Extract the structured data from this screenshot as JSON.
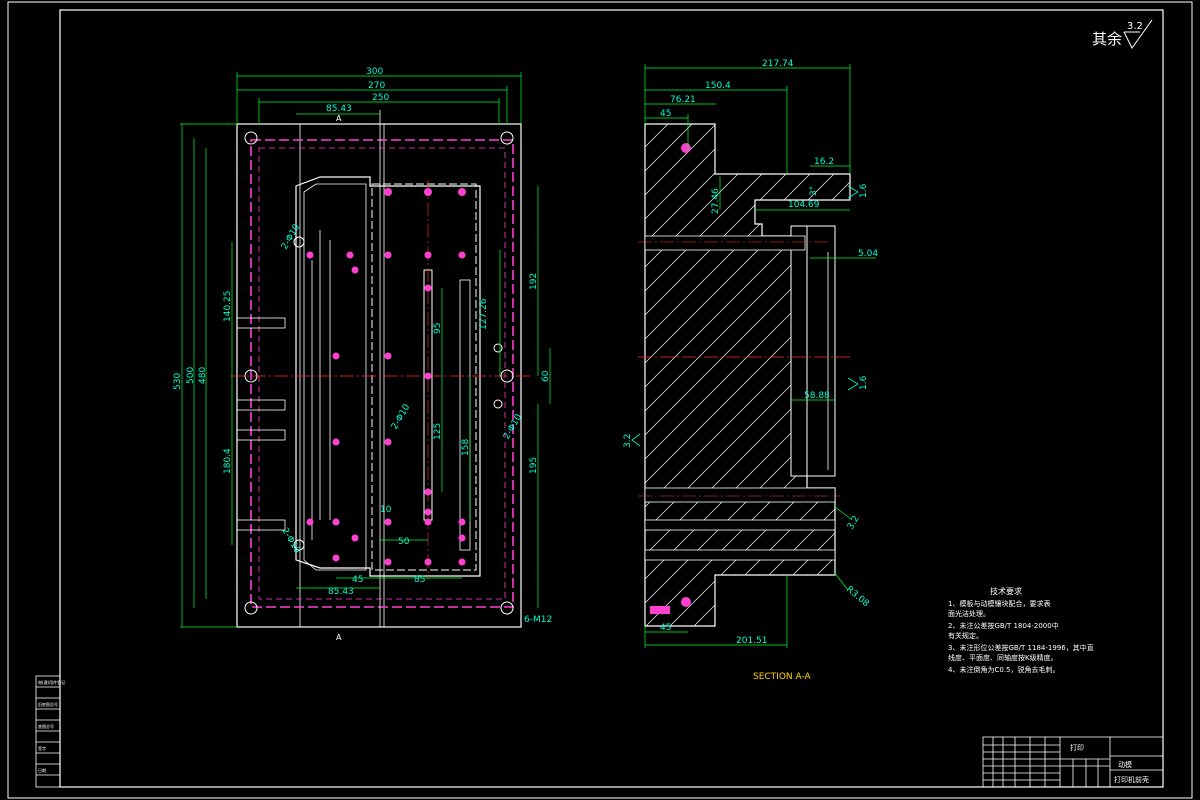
{
  "roughness": {
    "label": "其余",
    "value": "3.2"
  },
  "plan_view": {
    "dims_top": [
      "300",
      "270",
      "250",
      "85.43"
    ],
    "dims_left": [
      "530",
      "500",
      "480",
      "140.25",
      "180.4"
    ],
    "dims_right": [
      "192",
      "60",
      "195",
      "127.26"
    ],
    "dims_inner": [
      "95",
      "125",
      "158",
      "10",
      "50",
      "45",
      "85",
      "85.43"
    ],
    "section_mark": "A",
    "callouts": [
      "2-Φ10",
      "2-Φ10",
      "2-Φ10",
      "2-Φ10",
      "6-M12"
    ]
  },
  "section_view": {
    "title": "SECTION A-A",
    "dims": [
      "217.74",
      "150.4",
      "76.21",
      "45",
      "16.2",
      "27.46",
      "104.69",
      "5.04",
      "58.88",
      "201.51",
      "45",
      "3.2",
      "R3.08",
      "3°"
    ],
    "roughness_marks": [
      "1.6",
      "1.6",
      "3.2"
    ]
  },
  "tech_notes": {
    "title": "技术要求",
    "lines": [
      "1、模板与动模镶块配合，要求表",
      "   面光洁处理。",
      "2、未注公差按GB/T 1804-2000中",
      "   有关规定。",
      "3、未注形位公差按GB/T 1184-1996，其中直",
      "   线度、平面度、同轴度按K级精度。",
      "4、未注倒角为C0.5，锐角去毛刺。"
    ]
  },
  "title_block": {
    "material": "打印",
    "part": "动模",
    "drawing": "打印机前壳"
  },
  "left_strip": [
    "借(通)用件登记",
    "",
    "旧底图总号",
    "",
    "底图总号",
    "",
    "签字",
    "",
    "日期",
    ""
  ]
}
